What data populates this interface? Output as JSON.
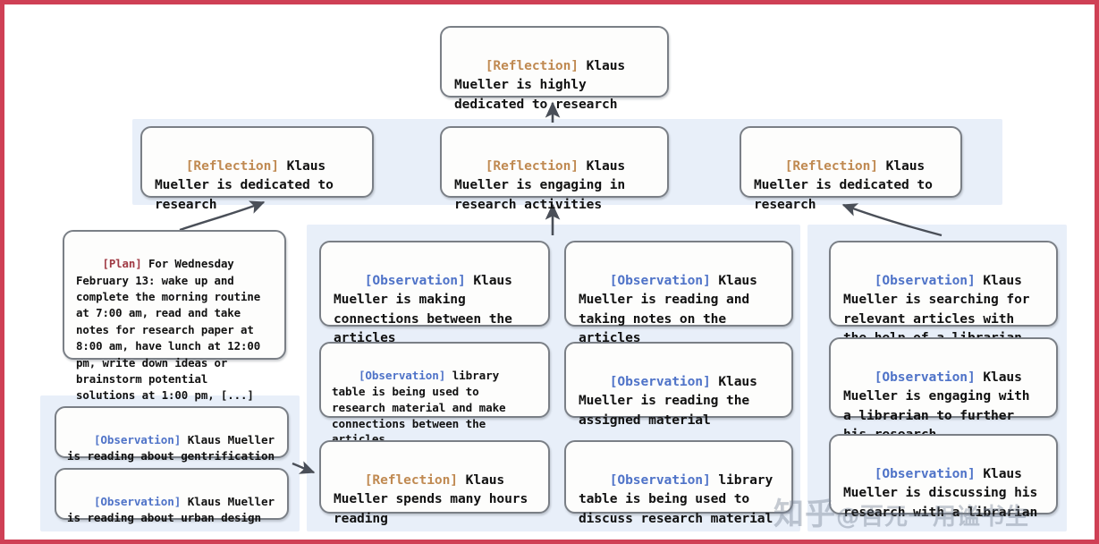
{
  "figure": {
    "border_color": "#cf4055",
    "panel_color": "#e8eff9",
    "node_border_color": "#7a7f86",
    "tag_colors": {
      "reflection": "#c08a52",
      "observation": "#4f73c8",
      "plan": "#a03a44"
    }
  },
  "top_node": {
    "tag": "[Reflection]",
    "tag_type": "reflection",
    "text": " Klaus Mueller is highly dedicated to research"
  },
  "reflection_row": [
    {
      "tag": "[Reflection]",
      "tag_type": "reflection",
      "text": " Klaus Mueller is dedicated to research"
    },
    {
      "tag": "[Reflection]",
      "tag_type": "reflection",
      "text": " Klaus Mueller is engaging in research activities"
    },
    {
      "tag": "[Reflection]",
      "tag_type": "reflection",
      "text": " Klaus Mueller is dedicated to research"
    }
  ],
  "plan_node": {
    "tag": "[Plan]",
    "tag_type": "plan",
    "text": " For Wednesday February 13: wake up and complete the morning routine at 7:00 am, read and take notes for research paper at 8:00 am, have lunch at 12:00 pm, write down ideas or brainstorm potential solutions at 1:00 pm, [...]"
  },
  "left_observations": [
    {
      "tag": "[Observation]",
      "tag_type": "observation",
      "text": " Klaus Mueller is reading about gentrification"
    },
    {
      "tag": "[Observation]",
      "tag_type": "observation",
      "text": " Klaus Mueller is reading about urban design"
    }
  ],
  "column_a": [
    {
      "tag": "[Observation]",
      "tag_type": "observation",
      "text": " Klaus Mueller is making connections between the articles"
    },
    {
      "tag": "[Observation]",
      "tag_type": "observation",
      "text": " library table is being used to research material and make connections between the articles"
    },
    {
      "tag": "[Reflection]",
      "tag_type": "reflection",
      "text": " Klaus Mueller spends many hours reading"
    }
  ],
  "column_b": [
    {
      "tag": "[Observation]",
      "tag_type": "observation",
      "text": " Klaus Mueller is reading and taking notes on the articles"
    },
    {
      "tag": "[Observation]",
      "tag_type": "observation",
      "text": " Klaus Mueller is reading the assigned material"
    },
    {
      "tag": "[Observation]",
      "tag_type": "observation",
      "text": " library table is being used to discuss research material"
    }
  ],
  "column_c": [
    {
      "tag": "[Observation]",
      "tag_type": "observation",
      "text": " Klaus Mueller is searching for relevant articles with the help of a librarian"
    },
    {
      "tag": "[Observation]",
      "tag_type": "observation",
      "text": " Klaus Mueller is engaging with a librarian to further his research"
    },
    {
      "tag": "[Observation]",
      "tag_type": "observation",
      "text": " Klaus Mueller is discussing his research with a librarian"
    }
  ],
  "watermark": {
    "site": "知乎",
    "handle": "@百元一用谧书生"
  }
}
